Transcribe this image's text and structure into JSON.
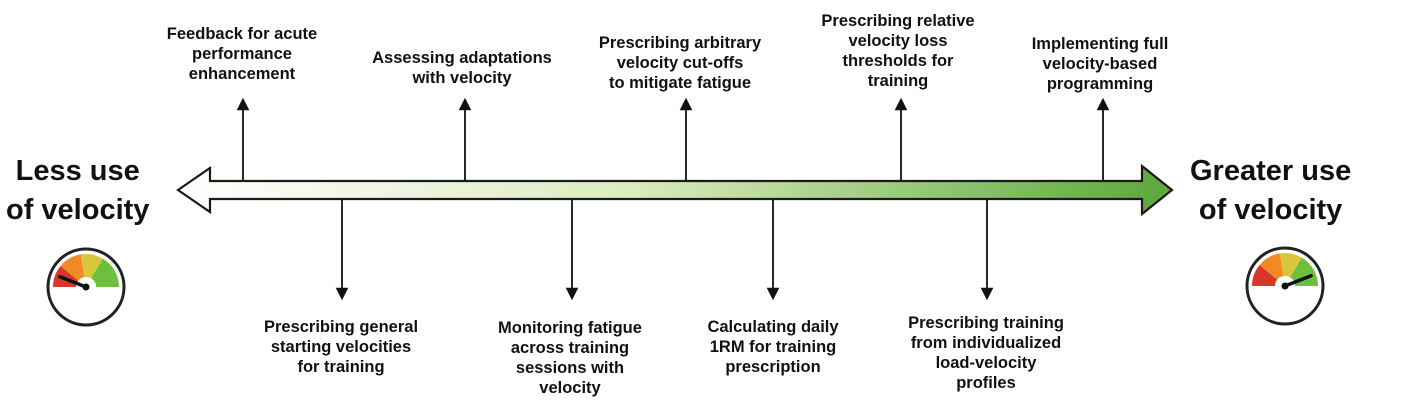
{
  "left_end": {
    "lines": [
      "Less use",
      "of velocity"
    ]
  },
  "right_end": {
    "lines": [
      "Greater use",
      "of velocity"
    ]
  },
  "top_items": [
    {
      "lines": [
        "Feedback for acute",
        "performance",
        "enhancement"
      ]
    },
    {
      "lines": [
        "Assessing adaptations",
        "with velocity"
      ]
    },
    {
      "lines": [
        "Prescribing arbitrary",
        "velocity cut-offs",
        "to mitigate fatigue"
      ]
    },
    {
      "lines": [
        "Prescribing relative",
        "velocity loss",
        "thresholds for",
        "training"
      ]
    },
    {
      "lines": [
        "Implementing full",
        "velocity-based",
        "programming"
      ]
    }
  ],
  "bottom_items": [
    {
      "lines": [
        "Prescribing general",
        "starting velocities",
        "for training"
      ]
    },
    {
      "lines": [
        "Monitoring fatigue",
        "across training",
        "sessions with",
        "velocity"
      ]
    },
    {
      "lines": [
        "Calculating daily",
        "1RM for training",
        "prescription"
      ]
    },
    {
      "lines": [
        "Prescribing training",
        "from individualized",
        "load-velocity",
        "profiles"
      ]
    }
  ],
  "gauges": {
    "left": {
      "level": 0.12
    },
    "right": {
      "level": 0.88
    }
  },
  "colors": {
    "arrow_start": "#ffffff",
    "arrow_end": "#5aa83a",
    "gauge_red": "#d9362b",
    "gauge_orange": "#f08a24",
    "gauge_yellow": "#d8c73a",
    "gauge_green": "#6fbf3f"
  }
}
